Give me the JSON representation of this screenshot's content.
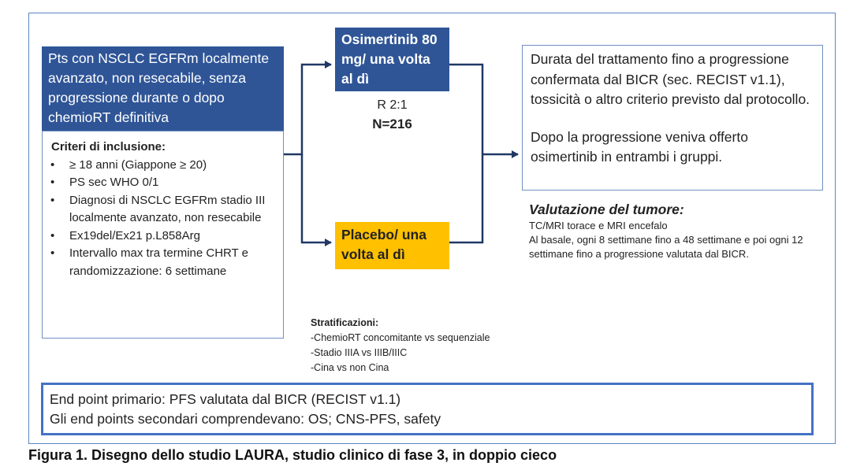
{
  "patients_box": "Pts con NSCLC EGFRm localmente avanzato, non resecabile, senza progressione durante o dopo chemioRT definitiva",
  "inclusion": {
    "title": "Criteri di inclusione:",
    "items": [
      "≥ 18 anni (Giappone ≥ 20)",
      "PS sec WHO 0/1",
      "Diagnosi di NSCLC EGFRm stadio III localmente avanzato, non resecabile",
      "Ex19del/Ex21 p.L858Arg",
      "Intervallo max tra termine CHRT e randomizzazione: 6 settimane"
    ]
  },
  "arms": {
    "osimertinib": "Osimertinib 80 mg/ una volta al dì",
    "placebo": "Placebo/ una volta al dì"
  },
  "randomization": {
    "ratio": "R 2:1",
    "n": "N=216"
  },
  "duration": {
    "p1": "Durata del trattamento fino a progressione confermata dal BICR (sec. RECIST v1.1), tossicità o altro criterio previsto dal protocollo.",
    "p2": "Dopo la progressione veniva offerto osimertinib in entrambi i gruppi."
  },
  "tumor_eval": {
    "title": "Valutazione del tumore:",
    "line1": "TC/MRI  torace e MRI encefalo",
    "line2": "Al basale, ogni 8 settimane fino a 48 settimane  e poi ogni 12 settimane fino a progressione valutata dal BICR."
  },
  "stratification": {
    "title": "Stratificazioni:",
    "items": [
      "-ChemioRT  concomitante vs sequenziale",
      "-Stadio IIIA vs IIIB/IIIC",
      "-Cina vs non Cina"
    ]
  },
  "endpoints": {
    "primary": "End point primario: PFS valutata dal BICR (RECIST v1.1)",
    "secondary": "Gli end points secondari comprendevano: OS; CNS-PFS, safety"
  },
  "caption": "Figura 1. Disegno dello studio LAURA, studio clinico di fase 3, in doppio cieco",
  "colors": {
    "primary_box": "#2f5597",
    "placebo_box": "#ffc000",
    "border": "#4472c4",
    "line": "#1f3864"
  }
}
